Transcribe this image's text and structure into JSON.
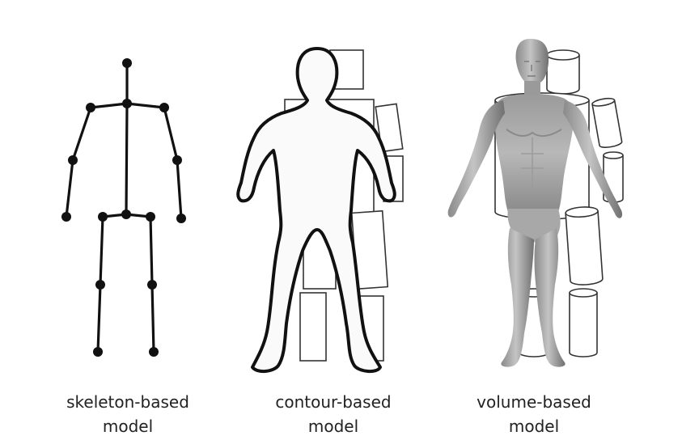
{
  "panels": [
    {
      "id": "skeleton",
      "caption_line1": "skeleton-based",
      "caption_line2": "model"
    },
    {
      "id": "contour",
      "caption_line1": "contour-based",
      "caption_line2": "model"
    },
    {
      "id": "volume",
      "caption_line1": "volume-based",
      "caption_line2": "model"
    }
  ],
  "colors": {
    "stroke": "#111111",
    "cylinder": "#333333",
    "skin_light": "#bdbdbd",
    "skin_dark": "#6e6e6e",
    "caption": "#222222"
  }
}
